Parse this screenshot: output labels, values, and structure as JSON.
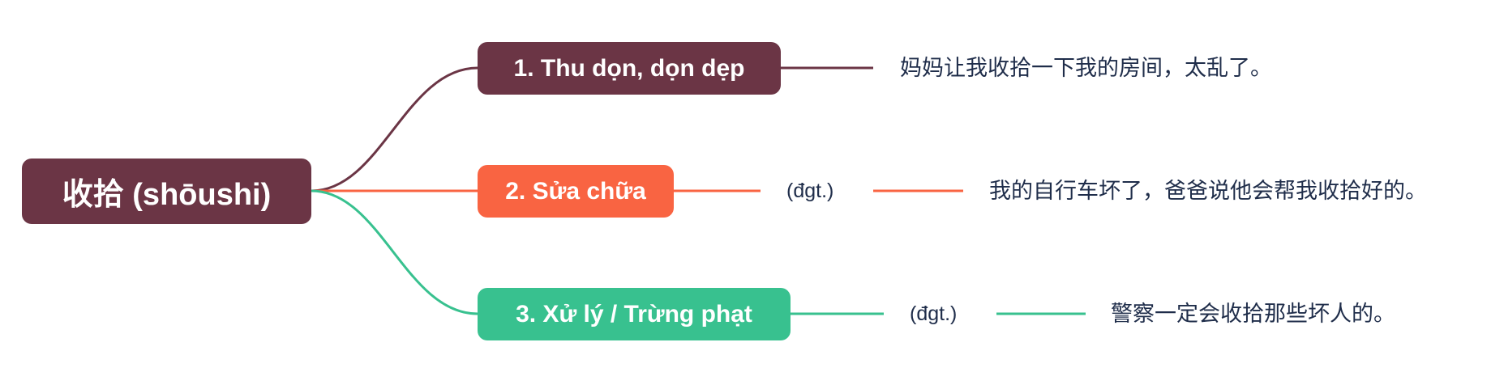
{
  "root": {
    "label": "收拾 (shōushi)",
    "color": "#6b3545"
  },
  "branches": [
    {
      "label": "1. Thu dọn, dọn dẹp",
      "color": "#6b3545",
      "pos": "",
      "example": "妈妈让我收拾一下我的房间，太乱了。"
    },
    {
      "label": "2. Sửa chữa",
      "color": "#f96442",
      "pos": "(đgt.)",
      "example": "我的自行车坏了，爸爸说他会帮我收拾好的。"
    },
    {
      "label": "3. Xử lý / Trừng phạt",
      "color": "#38c18f",
      "pos": "(đgt.)",
      "example": "警察一定会收拾那些坏人的。"
    }
  ]
}
